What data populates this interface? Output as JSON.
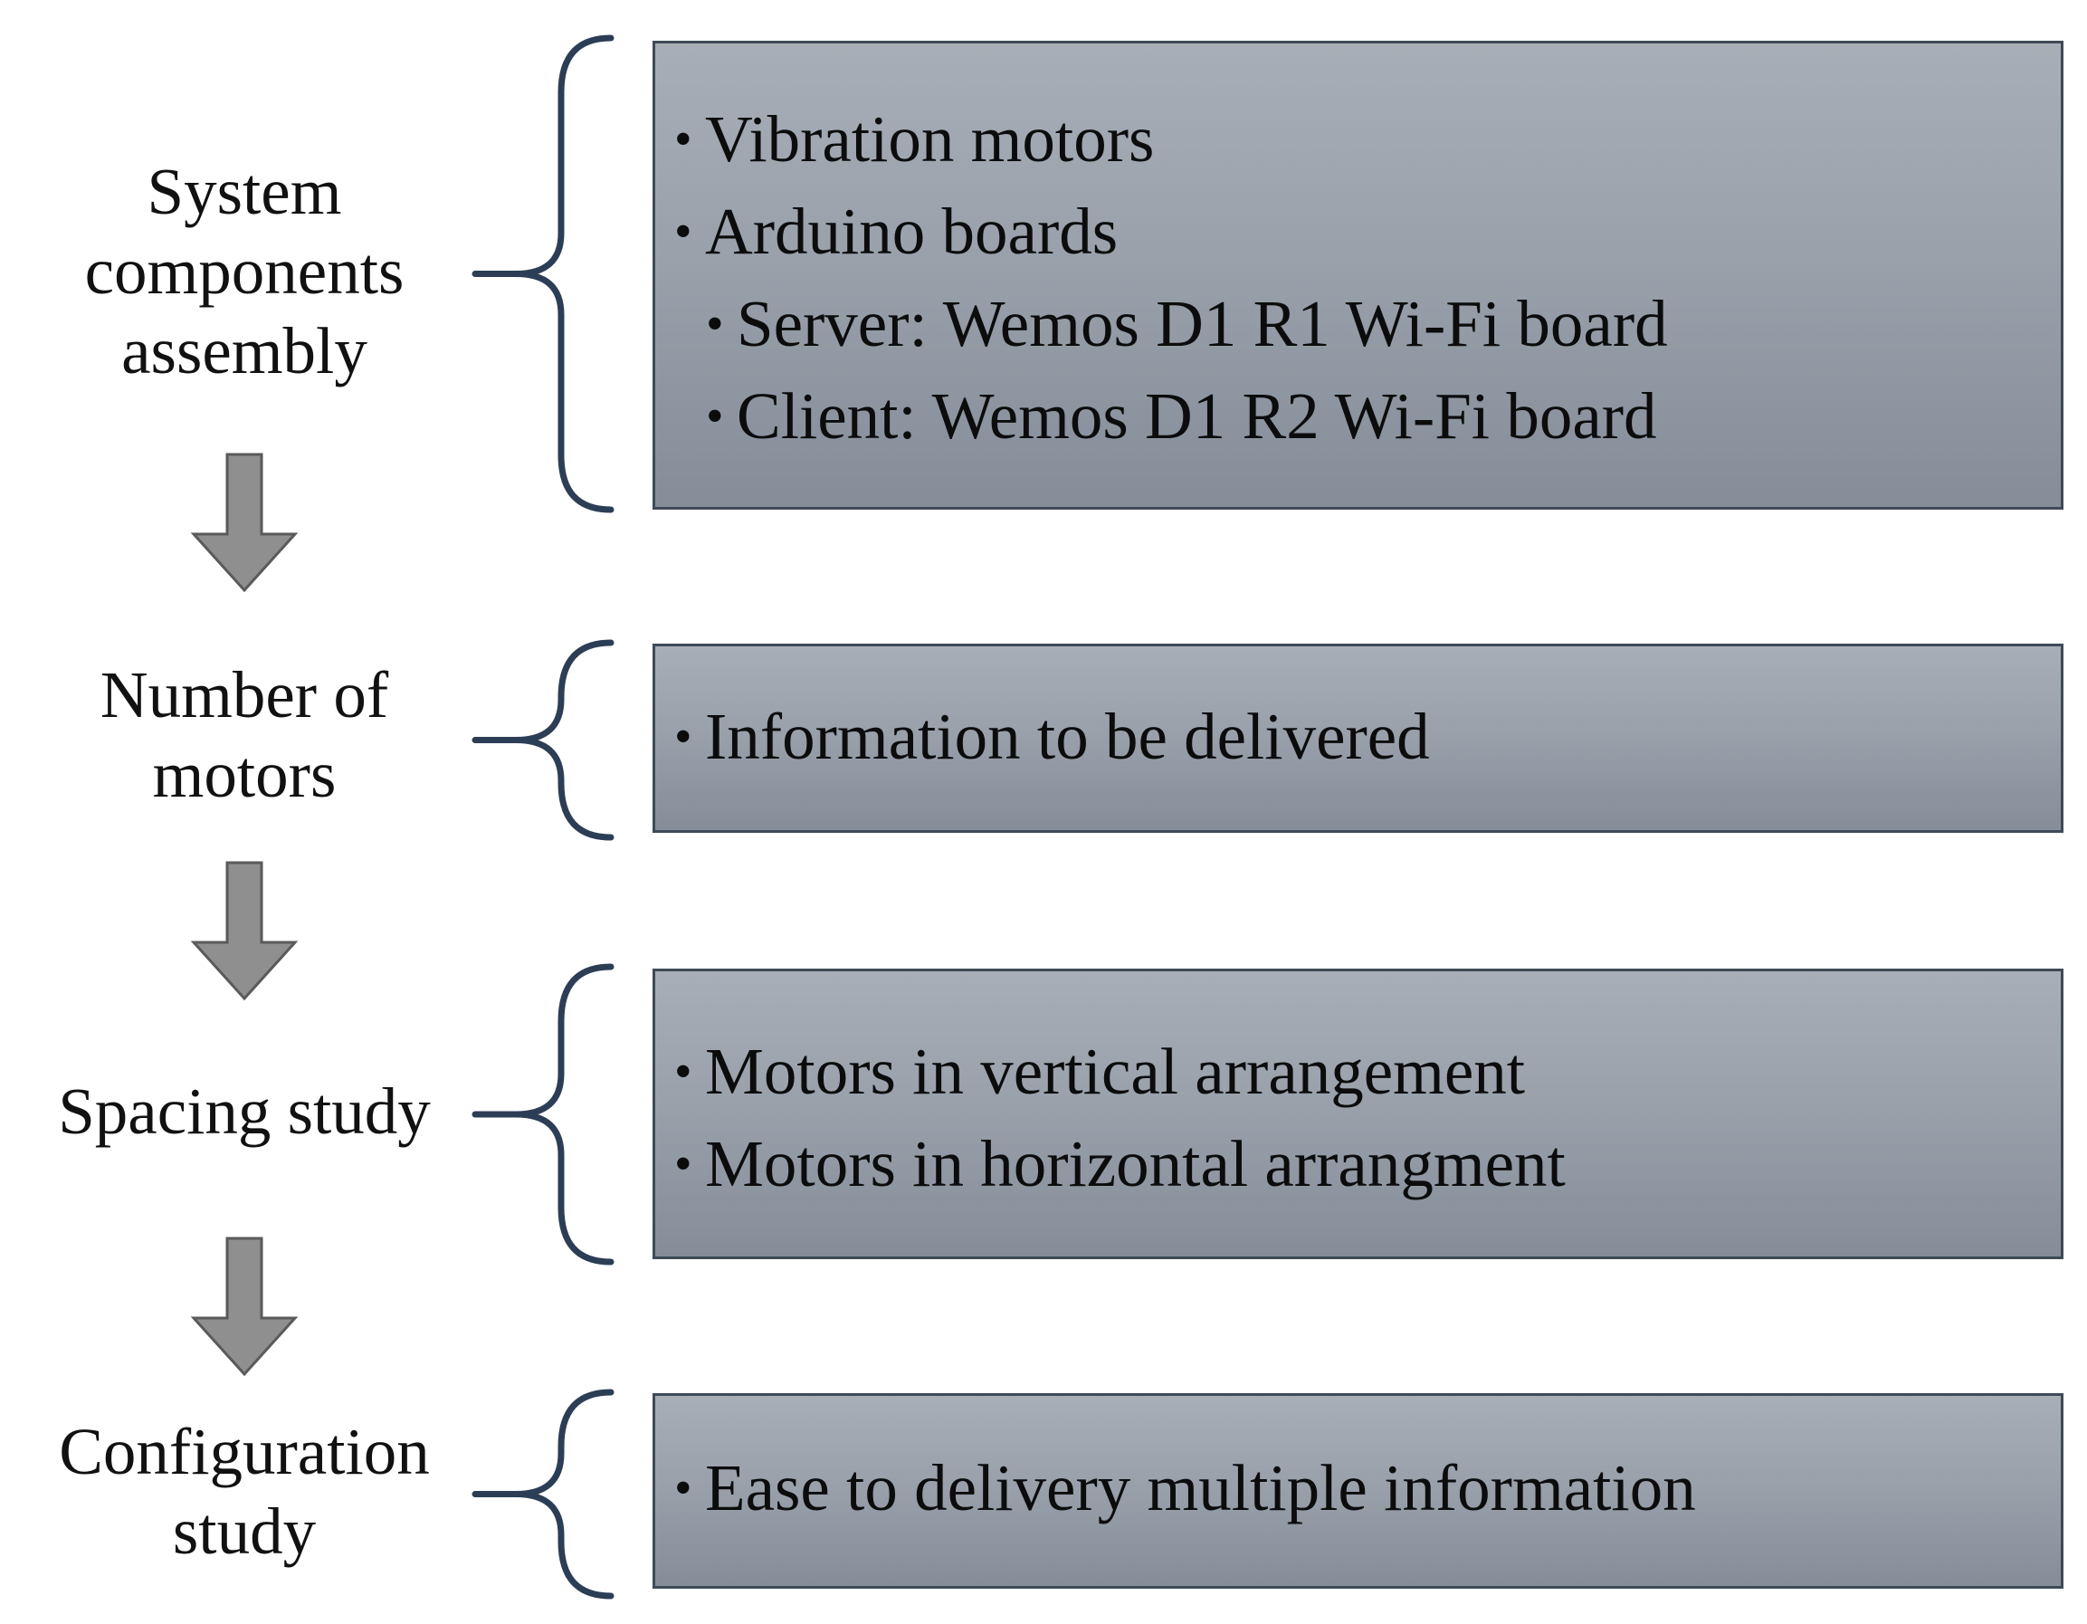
{
  "steps": [
    {
      "label_lines": [
        "System",
        "components",
        "assembly"
      ],
      "items": [
        {
          "text": "Vibration motors",
          "level": 1
        },
        {
          "text": "Arduino boards",
          "level": 1
        },
        {
          "text": "Server: Wemos D1 R1 Wi-Fi board",
          "level": 2
        },
        {
          "text": "Client: Wemos D1 R2 Wi-Fi board",
          "level": 2
        }
      ]
    },
    {
      "label_lines": [
        "Number of",
        "motors"
      ],
      "items": [
        {
          "text": "Information to be delivered",
          "level": 1
        }
      ]
    },
    {
      "label_lines": [
        "Spacing study"
      ],
      "items": [
        {
          "text": "Motors in vertical arrangement",
          "level": 1
        },
        {
          "text": "Motors in horizontal arrangment",
          "level": 1
        }
      ]
    },
    {
      "label_lines": [
        "Configuration",
        "study"
      ],
      "items": [
        {
          "text": "Ease to delivery multiple information",
          "level": 1
        }
      ]
    }
  ],
  "bullet_glyph": "•",
  "colors": {
    "box_fill_top": "#a8aeb7",
    "box_fill_bottom": "#858d99",
    "box_border": "#3e4a57",
    "brace": "#2c3e55",
    "arrow_fill": "#8f8f8f",
    "text": "#111111"
  }
}
